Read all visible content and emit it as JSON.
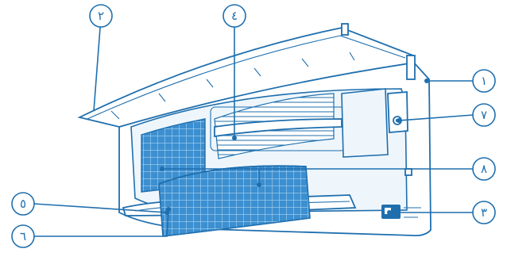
{
  "colors": {
    "line": "#1f6fae",
    "filter_fill": "#3c8fd0",
    "filter_light": "#6fb4e6",
    "background": "#ffffff"
  },
  "callouts": [
    {
      "id": "c1",
      "label": "١"
    },
    {
      "id": "c2",
      "label": "٢"
    },
    {
      "id": "c3",
      "label": "٣"
    },
    {
      "id": "c4",
      "label": "٤"
    },
    {
      "id": "c5",
      "label": "٥"
    },
    {
      "id": "c6",
      "label": "٦"
    },
    {
      "id": "c7",
      "label": "٧"
    },
    {
      "id": "c8",
      "label": "٨"
    }
  ]
}
